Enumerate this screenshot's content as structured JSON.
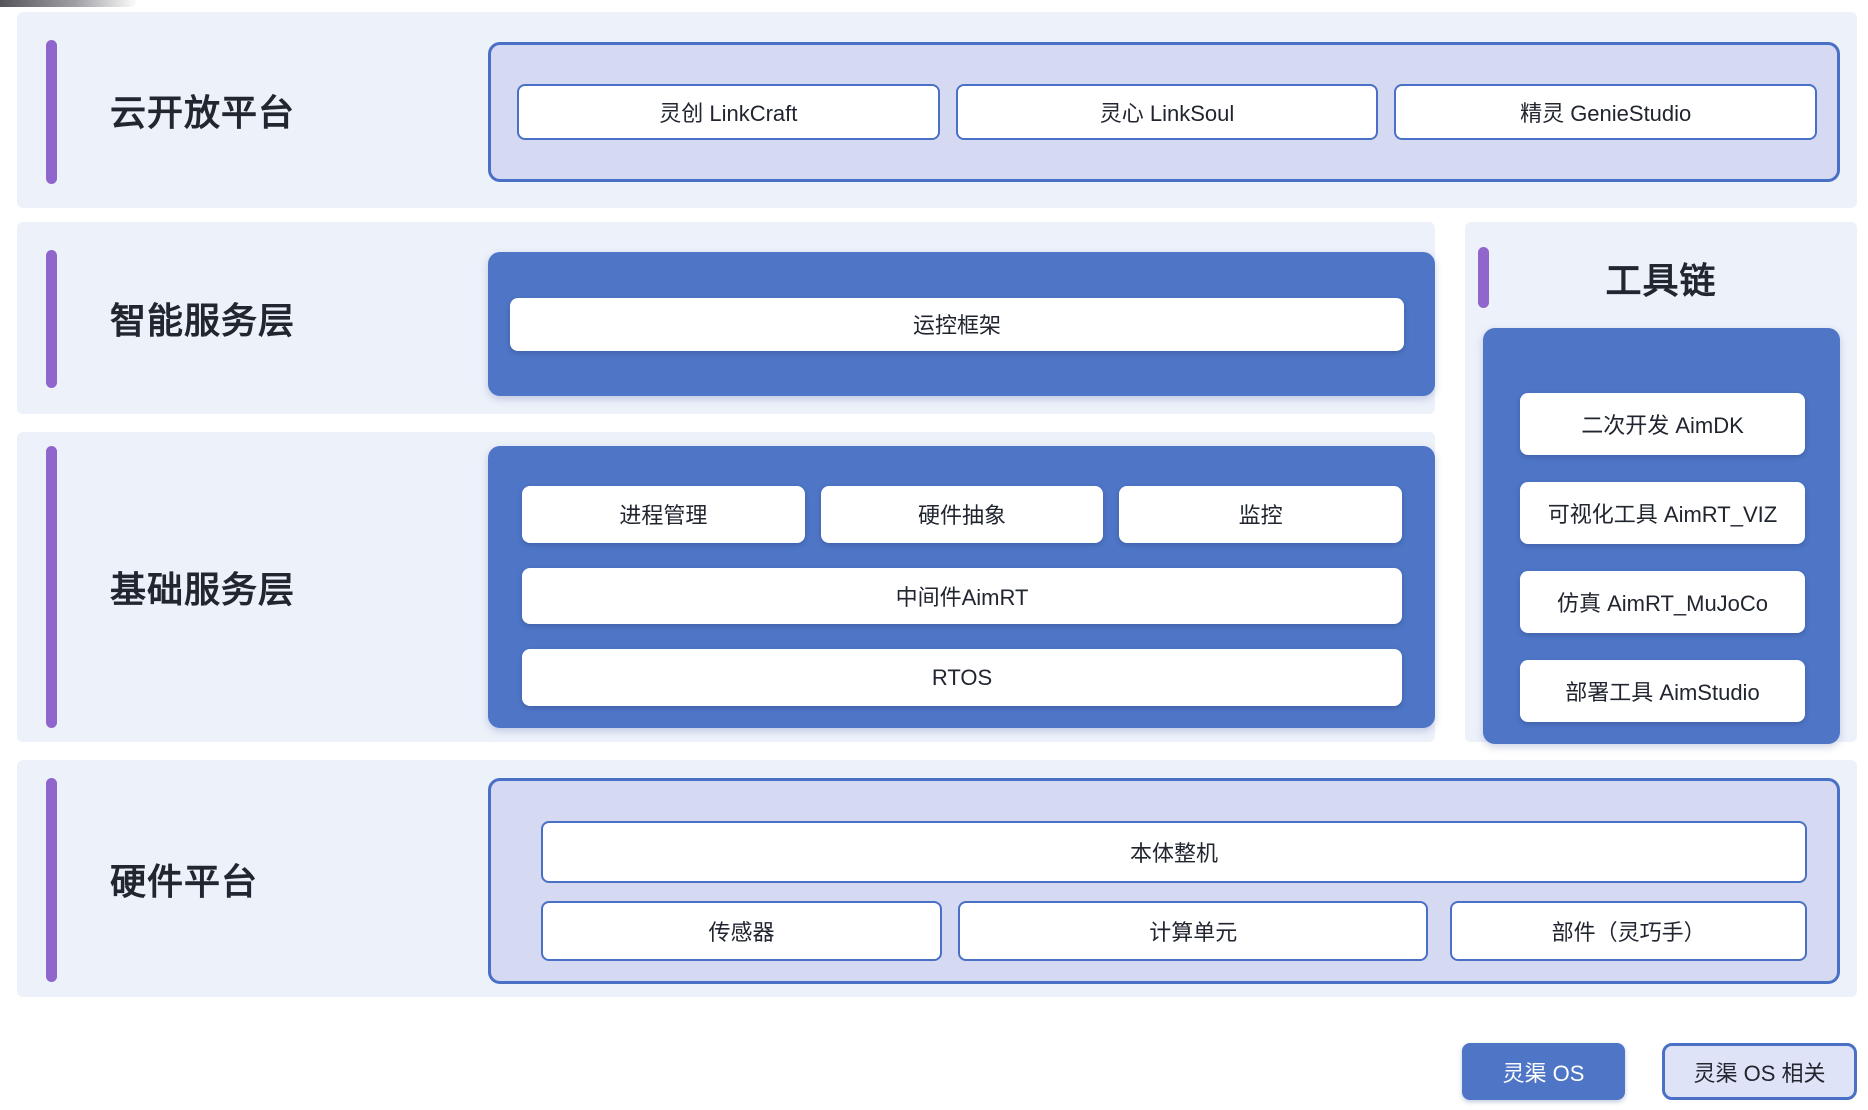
{
  "colors": {
    "page_bg": "#ffffff",
    "panel_bg": "#edf1fa",
    "accent_purple": "#9166cc",
    "blue_fill": "#4e75c6",
    "blue_border": "#4a70c6",
    "light_purple_fill": "#d5d9f2",
    "legend_light_bg": "#dfe3f7",
    "text_dark": "#22262f"
  },
  "sections": {
    "cloud": {
      "label": "云开放平台",
      "items": [
        "灵创 LinkCraft",
        "灵心 LinkSoul",
        "精灵 GenieStudio"
      ]
    },
    "intelligent": {
      "label": "智能服务层",
      "items": [
        "运控框架"
      ]
    },
    "toolchain": {
      "label": "工具链",
      "items": [
        "二次开发 AimDK",
        "可视化工具 AimRT_VIZ",
        "仿真 AimRT_MuJoCo",
        "部署工具 AimStudio"
      ]
    },
    "base": {
      "label": "基础服务层",
      "row1": [
        "进程管理",
        "硬件抽象",
        "监控"
      ],
      "row2": "中间件AimRT",
      "row3": "RTOS"
    },
    "hardware": {
      "label": "硬件平台",
      "top": "本体整机",
      "bottom": [
        "传感器",
        "计算单元",
        "部件（灵巧手）"
      ]
    }
  },
  "legend": {
    "os": "灵渠 OS",
    "related": "灵渠 OS 相关"
  }
}
